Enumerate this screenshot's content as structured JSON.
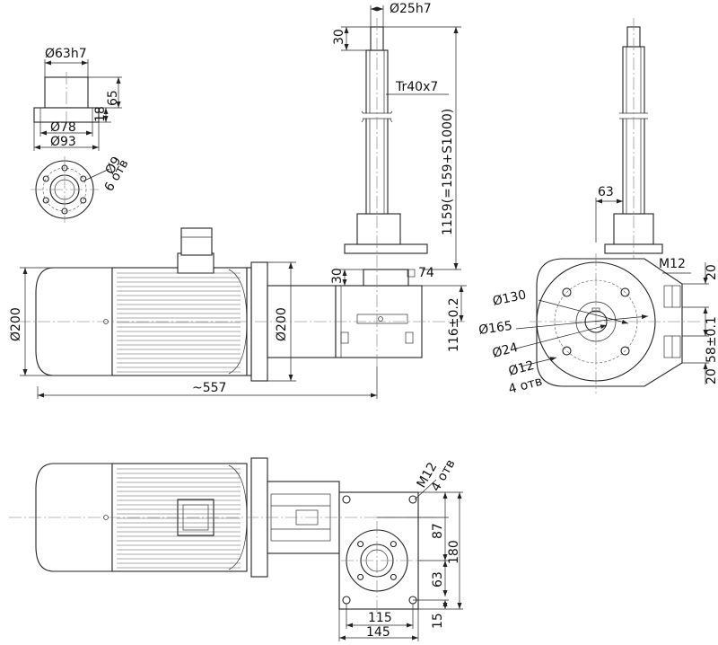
{
  "views": {
    "flange_detail": {
      "d_top": "Ø63h7",
      "d_mid": "Ø78",
      "d_bot": "Ø93",
      "h1": "65",
      "h2": "18",
      "holes": "Ø9",
      "holes_count": "6 отв"
    },
    "side_view": {
      "motor_d": "Ø200",
      "flange_d": "Ø200",
      "total_len": "~557",
      "shaft_d": "Ø25h7",
      "shaft_len": "30",
      "thread": "Tr40x7",
      "stroke": "1159(=159+S1000)",
      "nut_h": "30",
      "nut_sq": "74",
      "axis_h": "116±0.2"
    },
    "end_view": {
      "d1": "Ø130",
      "d2": "Ø165",
      "d3": "Ø24",
      "d4": "Ø12",
      "d4_count": "4 отв",
      "dim_63": "63",
      "thread": "M12",
      "t1": "20",
      "t2": "58±0.1",
      "t3": "20"
    },
    "top_view": {
      "thread": "M12",
      "thread_count": "4 отв",
      "d87": "87",
      "d180": "180",
      "d63": "63",
      "d115": "115",
      "d145": "145",
      "d15": "15"
    }
  }
}
